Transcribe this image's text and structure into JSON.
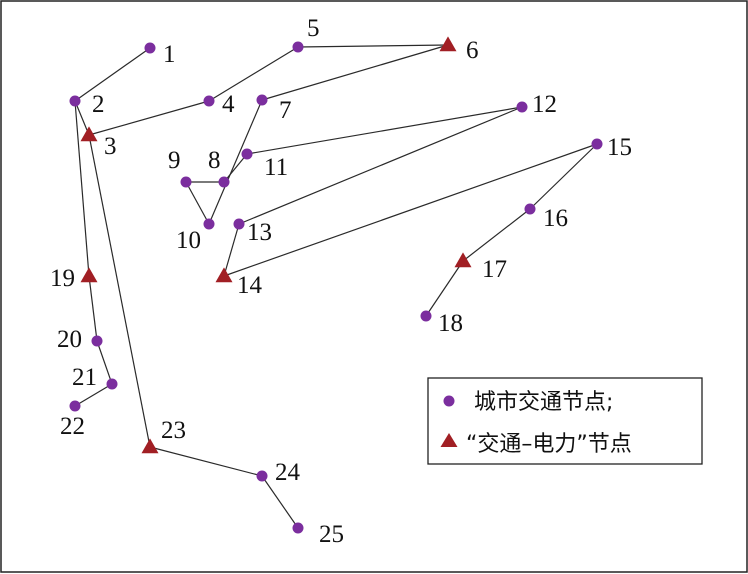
{
  "colors": {
    "city_node": "#7B2E9E",
    "coupled_node": "#A11F24",
    "edge": "#2a2a2a"
  },
  "nodes": [
    {
      "id": "1",
      "label": "1",
      "type": "city"
    },
    {
      "id": "2",
      "label": "2",
      "type": "city"
    },
    {
      "id": "3",
      "label": "3",
      "type": "coupled"
    },
    {
      "id": "4",
      "label": "4",
      "type": "city"
    },
    {
      "id": "5",
      "label": "5",
      "type": "city"
    },
    {
      "id": "6",
      "label": "6",
      "type": "coupled"
    },
    {
      "id": "7",
      "label": "7",
      "type": "city"
    },
    {
      "id": "8",
      "label": "8",
      "type": "city"
    },
    {
      "id": "9",
      "label": "9",
      "type": "city"
    },
    {
      "id": "10",
      "label": "10",
      "type": "city"
    },
    {
      "id": "11",
      "label": "11",
      "type": "city"
    },
    {
      "id": "12",
      "label": "12",
      "type": "city"
    },
    {
      "id": "13",
      "label": "13",
      "type": "city"
    },
    {
      "id": "14",
      "label": "14",
      "type": "coupled"
    },
    {
      "id": "15",
      "label": "15",
      "type": "city"
    },
    {
      "id": "16",
      "label": "16",
      "type": "city"
    },
    {
      "id": "17",
      "label": "17",
      "type": "coupled"
    },
    {
      "id": "18",
      "label": "18",
      "type": "city"
    },
    {
      "id": "19",
      "label": "19",
      "type": "coupled"
    },
    {
      "id": "20",
      "label": "20",
      "type": "city"
    },
    {
      "id": "21",
      "label": "21",
      "type": "city"
    },
    {
      "id": "22",
      "label": "22",
      "type": "city"
    },
    {
      "id": "23",
      "label": "23",
      "type": "coupled"
    },
    {
      "id": "24",
      "label": "24",
      "type": "city"
    },
    {
      "id": "25",
      "label": "25",
      "type": "city"
    }
  ],
  "edges": [
    [
      "1",
      "2"
    ],
    [
      "2",
      "3"
    ],
    [
      "3",
      "4"
    ],
    [
      "4",
      "5"
    ],
    [
      "5",
      "6"
    ],
    [
      "6",
      "7"
    ],
    [
      "7",
      "10"
    ],
    [
      "8",
      "9"
    ],
    [
      "9",
      "10"
    ],
    [
      "8",
      "11"
    ],
    [
      "11",
      "12"
    ],
    [
      "12",
      "13"
    ],
    [
      "13",
      "14"
    ],
    [
      "14",
      "15"
    ],
    [
      "15",
      "16"
    ],
    [
      "16",
      "17"
    ],
    [
      "17",
      "18"
    ],
    [
      "2",
      "19"
    ],
    [
      "19",
      "20"
    ],
    [
      "20",
      "21"
    ],
    [
      "21",
      "22"
    ],
    [
      "3",
      "23"
    ],
    [
      "23",
      "24"
    ],
    [
      "24",
      "25"
    ]
  ],
  "legend": {
    "city_label": "城市交通节点;",
    "coupled_label": "“交通–电力”节点"
  }
}
